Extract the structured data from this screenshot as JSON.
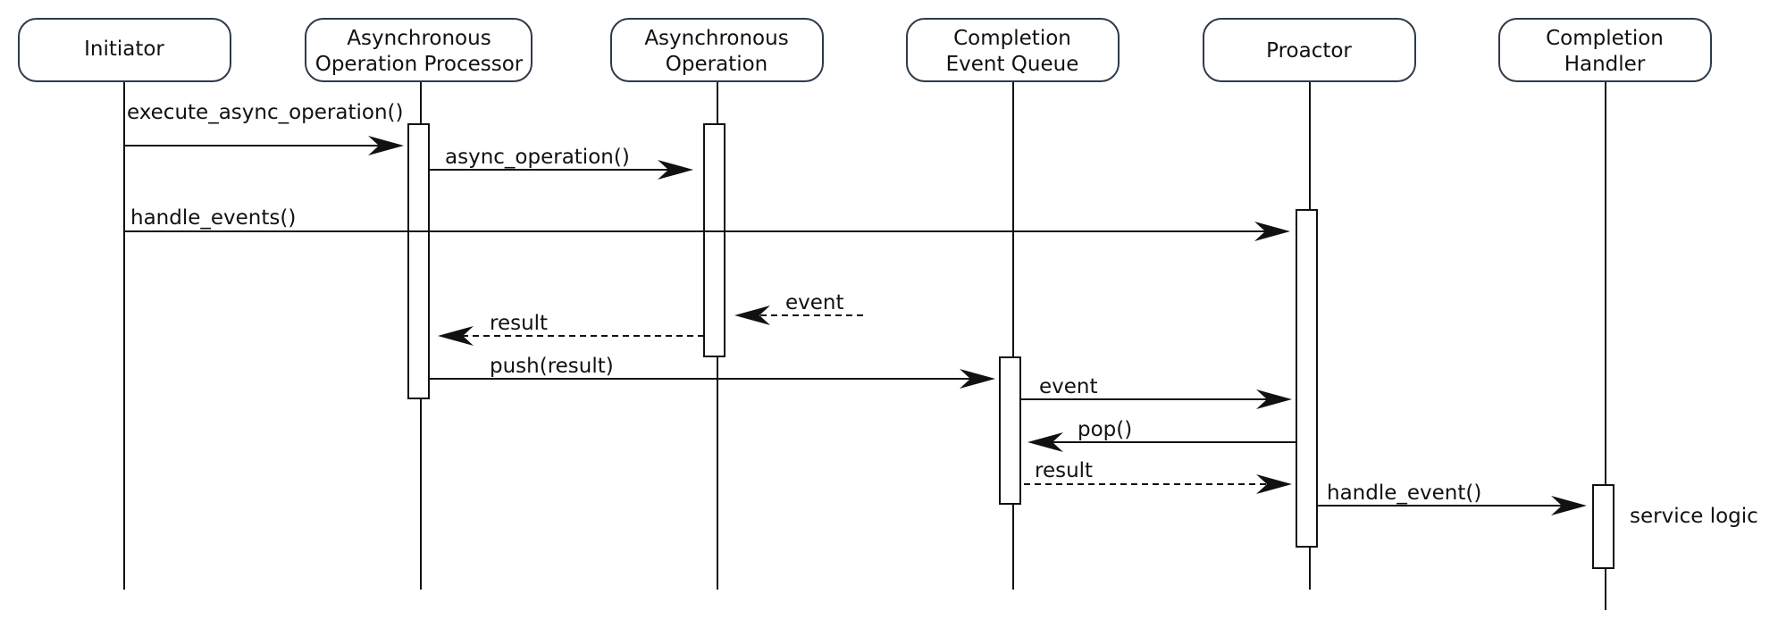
{
  "participants": [
    {
      "id": "initiator",
      "label_lines": [
        "Initiator"
      ]
    },
    {
      "id": "aop",
      "label_lines": [
        "Asynchronous",
        "Operation Processor"
      ]
    },
    {
      "id": "ao",
      "label_lines": [
        "Asynchronous",
        "Operation"
      ]
    },
    {
      "id": "ceq",
      "label_lines": [
        "Completion",
        "Event Queue"
      ]
    },
    {
      "id": "proactor",
      "label_lines": [
        "Proactor"
      ]
    },
    {
      "id": "ch",
      "label_lines": [
        "Completion",
        "Handler"
      ]
    }
  ],
  "messages": [
    {
      "id": "m1",
      "from": "initiator",
      "to": "aop",
      "label": "execute_async_operation()",
      "style": "solid"
    },
    {
      "id": "m2",
      "from": "aop",
      "to": "ao",
      "label": "async_operation()",
      "style": "solid"
    },
    {
      "id": "m3",
      "from": "initiator",
      "to": "proactor",
      "label": "handle_events()",
      "style": "solid"
    },
    {
      "id": "m4",
      "from": "external",
      "to": "ao",
      "label": "event",
      "style": "dashed"
    },
    {
      "id": "m5",
      "from": "ao",
      "to": "aop",
      "label": "result",
      "style": "dashed"
    },
    {
      "id": "m6",
      "from": "aop",
      "to": "ceq",
      "label": "push(result)",
      "style": "solid"
    },
    {
      "id": "m7",
      "from": "ceq",
      "to": "proactor",
      "label": "event",
      "style": "solid"
    },
    {
      "id": "m8",
      "from": "proactor",
      "to": "ceq",
      "label": "pop()",
      "style": "solid"
    },
    {
      "id": "m9",
      "from": "ceq",
      "to": "proactor",
      "label": "result",
      "style": "dashed"
    },
    {
      "id": "m10",
      "from": "proactor",
      "to": "ch",
      "label": "handle_event()",
      "style": "solid"
    }
  ],
  "notes": [
    {
      "id": "n1",
      "participant": "ch",
      "text": "service logic"
    }
  ]
}
